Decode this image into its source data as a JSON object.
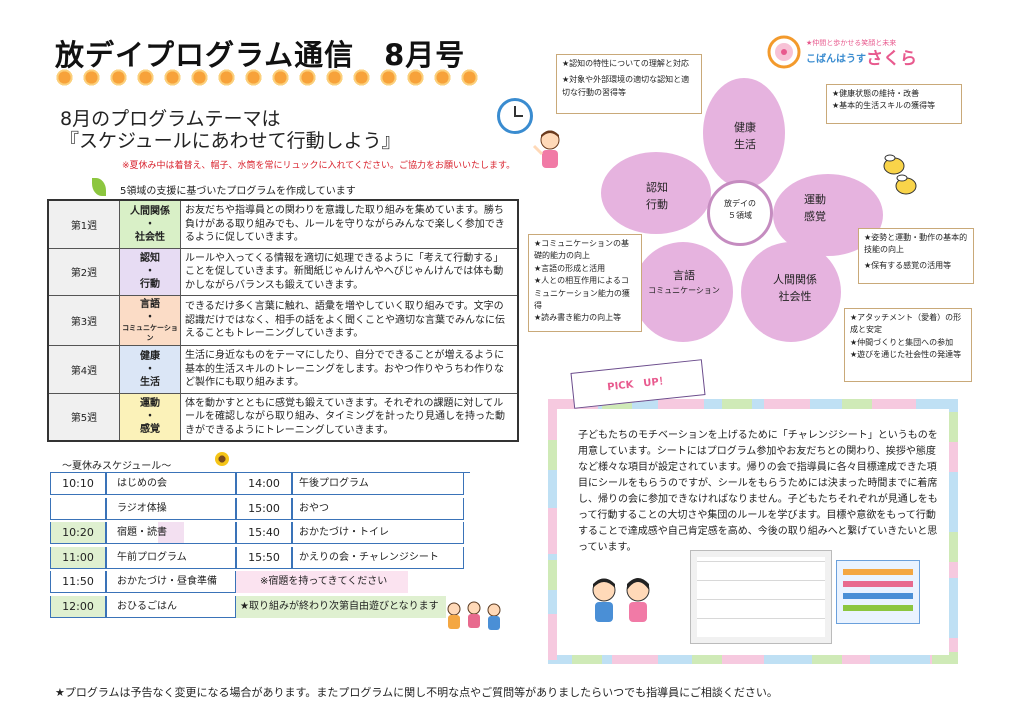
{
  "header": {
    "title": "放デイプログラム通信　8月号"
  },
  "logo": {
    "tagline": "★仲間と歩かせる笑顔と未来",
    "name_small": "こばんはうす",
    "name_big": "さくら"
  },
  "theme": {
    "line1": "8月のプログラムテーマは",
    "line2": "『スケジュールにあわせて行動しよう』",
    "note": "※夏休み中は着替え、帽子、水筒を常にリュックに入れてください。ご協力をお願いいたします。"
  },
  "intro": "5領域の支援に基づいたプログラムを作成しています",
  "weeks": [
    {
      "week": "第1週",
      "cat": [
        "人間関係",
        "・",
        "社会性"
      ],
      "color": "#d9f0c7",
      "desc": "お友だちや指導員との関わりを意識した取り組みを集めています。勝ち負けがある取り組みでも、ルールを守りながらみんなで楽しく参加できるように促していきます。"
    },
    {
      "week": "第2週",
      "cat": [
        "認知",
        "・",
        "行動"
      ],
      "color": "#e7dcf3",
      "desc": "ルールや入ってくる情報を適切に処理できるように「考えて行動する」ことを促していきます。新聞紙じゃんけんやへびじゃんけんでは体も動かしながらバランスも鍛えていきます。"
    },
    {
      "week": "第3週",
      "cat": [
        "言語",
        "・",
        "コミュニケーション"
      ],
      "color": "#fbdcc6",
      "desc": "できるだけ多く言葉に触れ、語彙を増やしていく取り組みです。文字の認識だけではなく、相手の話をよく聞くことや適切な言葉でみんなに伝えることもトレーニングしていきます。"
    },
    {
      "week": "第4週",
      "cat": [
        "健康",
        "・",
        "生活"
      ],
      "color": "#dbe6f6",
      "desc": "生活に身近なものをテーマにしたり、自分でできることが増えるように基本的生活スキルのトレーニングをします。おやつ作りやうちわ作りなど製作にも取り組みます。"
    },
    {
      "week": "第5週",
      "cat": [
        "運動",
        "・",
        "感覚"
      ],
      "color": "#fbf2b9",
      "desc": "体を動かすとともに感覚も鍛えていきます。それぞれの課題に対してルールを確認しながら取り組み、タイミングを計ったり見通しを持った動きができるようにトレーニングしていきます。"
    }
  ],
  "schedule": {
    "title": "～夏休みスケジュール～",
    "left": [
      {
        "time": "10:10",
        "item": "はじめの会"
      },
      {
        "time": "",
        "item": "ラジオ体操"
      },
      {
        "time": "10:20",
        "item": "宿題・読書"
      },
      {
        "time": "11:00",
        "item": "午前プログラム"
      },
      {
        "time": "11:50",
        "item": "おかたづけ・昼食準備"
      },
      {
        "time": "12:00",
        "item": "おひるごはん"
      }
    ],
    "right": [
      {
        "time": "14:00",
        "item": "午後プログラム"
      },
      {
        "time": "15:00",
        "item": "おやつ"
      },
      {
        "time": "15:40",
        "item": "おかたづけ・トイレ"
      },
      {
        "time": "15:50",
        "item": "かえりの会・チャレンジシート"
      }
    ],
    "note1": "※宿題を持ってきてください",
    "note2": "★取り組みが終わり次第自由遊びとなります"
  },
  "flower": {
    "center": [
      "放デイの",
      "５領域"
    ],
    "petals": {
      "health": [
        "健康",
        "生活"
      ],
      "motor": [
        "運動",
        "感覚"
      ],
      "social": [
        "人間関係",
        "社会性"
      ],
      "language": [
        "言語",
        "コミュニケーション"
      ],
      "cognition": [
        "認知",
        "行動"
      ]
    }
  },
  "boxes": {
    "cognition": [
      "★認知の特性についての理解と対応",
      "★対象や外部環境の適切な認知と適切な行動の習得等"
    ],
    "health": [
      "★健康状態の維持・改善",
      "★基本的生活スキルの獲得等"
    ],
    "motor": [
      "★姿勢と運動・動作の基本的技能の向上",
      "★保有する感覚の活用等"
    ],
    "language": [
      "★コミュニケーションの基礎的能力の向上",
      "★言語の形成と活用",
      "★人との相互作用によるコミュニケーション能力の獲得",
      "★読み書き能力の向上等"
    ],
    "social": [
      "★アタッチメント（愛着）の形成と安定",
      "★仲間づくりと集団への参加",
      "★遊びを通じた社会性の発達等"
    ]
  },
  "pickup": {
    "banner": "PICK　UP！",
    "text": "子どもたちのモチベーションを上げるために「チャレンジシート」というものを用意しています。シートにはプログラム参加やお友だちとの関わり、挨拶や態度など様々な項目が設定されています。帰りの会で指導員に各々目標達成できた項目にシールをもらうのですが、シールをもらうためには決まった時間までに着席し、帰りの会に参加できなければなりません。子どもたちそれぞれが見通しをもって行動することの大切さや集団のルールを学びます。目標や意欲をもって行動することで達成感や自己肯定感を高め、今後の取り組みへと繋げていきたいと思っています。"
  },
  "footer": "★プログラムは予告なく変更になる場合があります。またプログラムに関し不明な点やご質問等がありましたらいつでも指導員にご相談ください。"
}
